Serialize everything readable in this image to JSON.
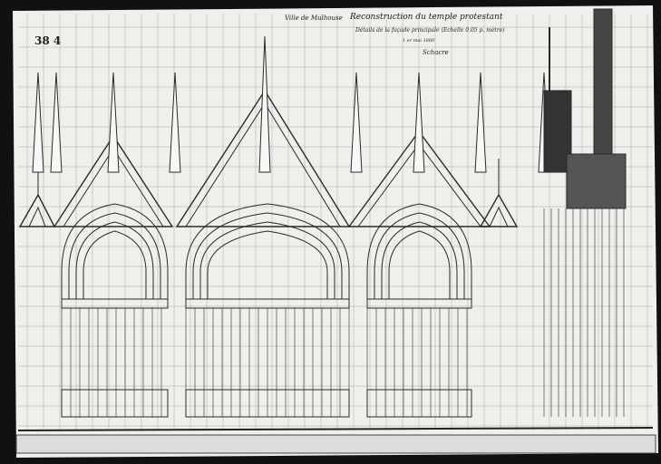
{
  "sheet_number": "38 4",
  "cartouche": {
    "city": "Ville de Mulhouse",
    "title": "Reconstruction du temple protestant",
    "subtitle": "Détails de la façade principale (Echelle 0.05 p. mètre)",
    "date": "1 er mai 1860",
    "signature": "Schacre"
  },
  "colors": {
    "paper": "#f4f4f2",
    "ink": "#2a2a2a",
    "border": "#111111"
  }
}
